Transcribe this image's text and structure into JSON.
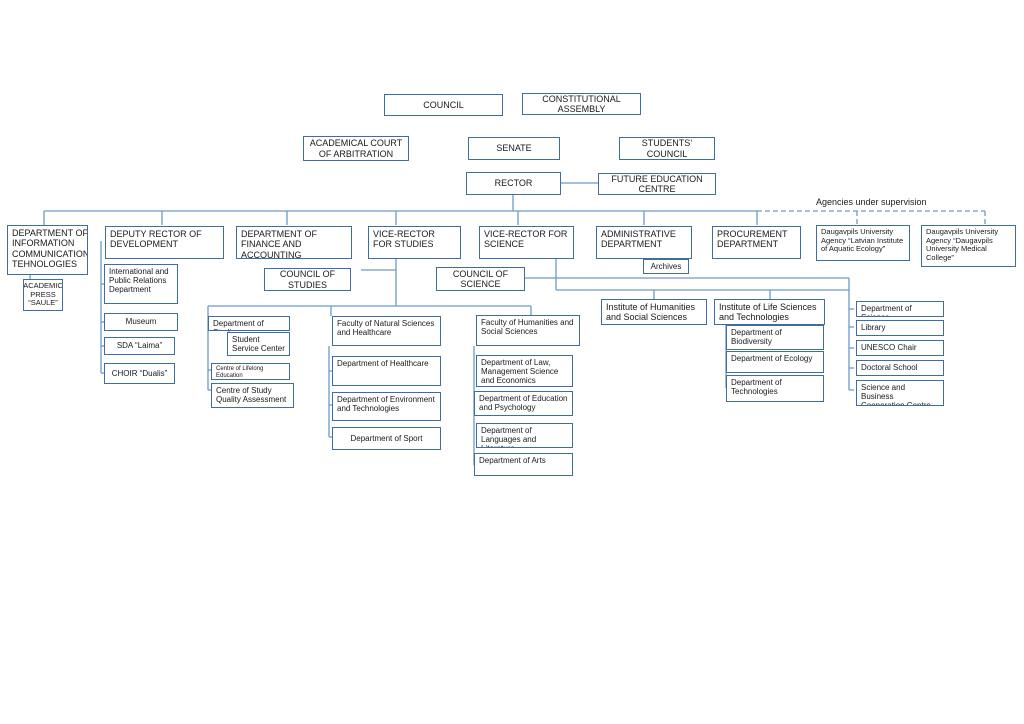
{
  "top": {
    "council": "COUNCIL",
    "constitutional_assembly": "CONSTITUTIONAL ASSEMBLY",
    "academical_court": "ACADEMICAL COURT OF ARBITRATION",
    "senate": "SENATE",
    "students_council": "STUDENTS’ COUNCIL",
    "rector": "RECTOR",
    "future_education_centre": "FUTURE EDUCATION CENTRE"
  },
  "agencies": {
    "caption": "Agencies under supervision",
    "aquatic": "Daugavpils University Agency  “Latvian Institute of Aquatic Ecology”",
    "medical": "Daugavpils University Agency  “Daugavpils University Medical College”"
  },
  "units": {
    "it": "DEPARTMENT OF INFORMATION COMMUNICATION TEHNOLOGIES",
    "academic_press": "ACADEMIC PRESS “SAULE”",
    "deputy_rector": "DEPUTY RECTOR OF DEVELOPMENT",
    "finance": "DEPARTMENT OF FINANCE AND ACCOUNTING",
    "vr_studies": "VICE-RECTOR FOR STUDIES",
    "vr_science": "VICE-RECTOR FOR SCIENCE",
    "administrative": "ADMINISTRATIVE DEPARTMENT",
    "archives": "Archives",
    "procurement": "PROCUREMENT DEPARTMENT"
  },
  "development": {
    "international": "International and Public Relations Department",
    "museum": "Museum",
    "sda": "SDA “Laima”",
    "choir": "CHOIR “Dualis”"
  },
  "studies": {
    "council": "COUNCIL OF STUDIES",
    "dept_studies": "Department of Studies",
    "student_service": "Student Service Center",
    "lifelong": "Centre of Lifelong Education",
    "quality": "Centre of Study Quality Assessment"
  },
  "natural": {
    "faculty": "Faculty of Natural Sciences and Healthcare",
    "healthcare": "Department of Healthcare",
    "environment": "Department of Environment and Technologies",
    "sport": "Department of Sport"
  },
  "humanities_faculty": {
    "faculty": "Faculty of Humanities and Social Sciences",
    "law": "Department of Law, Management Science and Economics",
    "education": "Department of Education and Psychology",
    "languages": "Department of Languages and Literature",
    "arts": "Department of Arts"
  },
  "science": {
    "council": "COUNCIL OF SCIENCE",
    "inst_humanities": "Institute of Humanities and Social Sciences",
    "inst_life": "Institute of Life Sciences and Technologies",
    "biodiversity": "Department of Biodiversity",
    "ecology": "Department of Ecology",
    "technologies": "Department of Technologies",
    "dept_science": "Department of Science",
    "library": "Library",
    "unesco": "UNESCO Chair",
    "doctoral": "Doctoral School",
    "cooperation": "Science and Business Cooperation Centre"
  },
  "colors": {
    "line": "#6a9bc8",
    "border": "#3f6e9e"
  }
}
